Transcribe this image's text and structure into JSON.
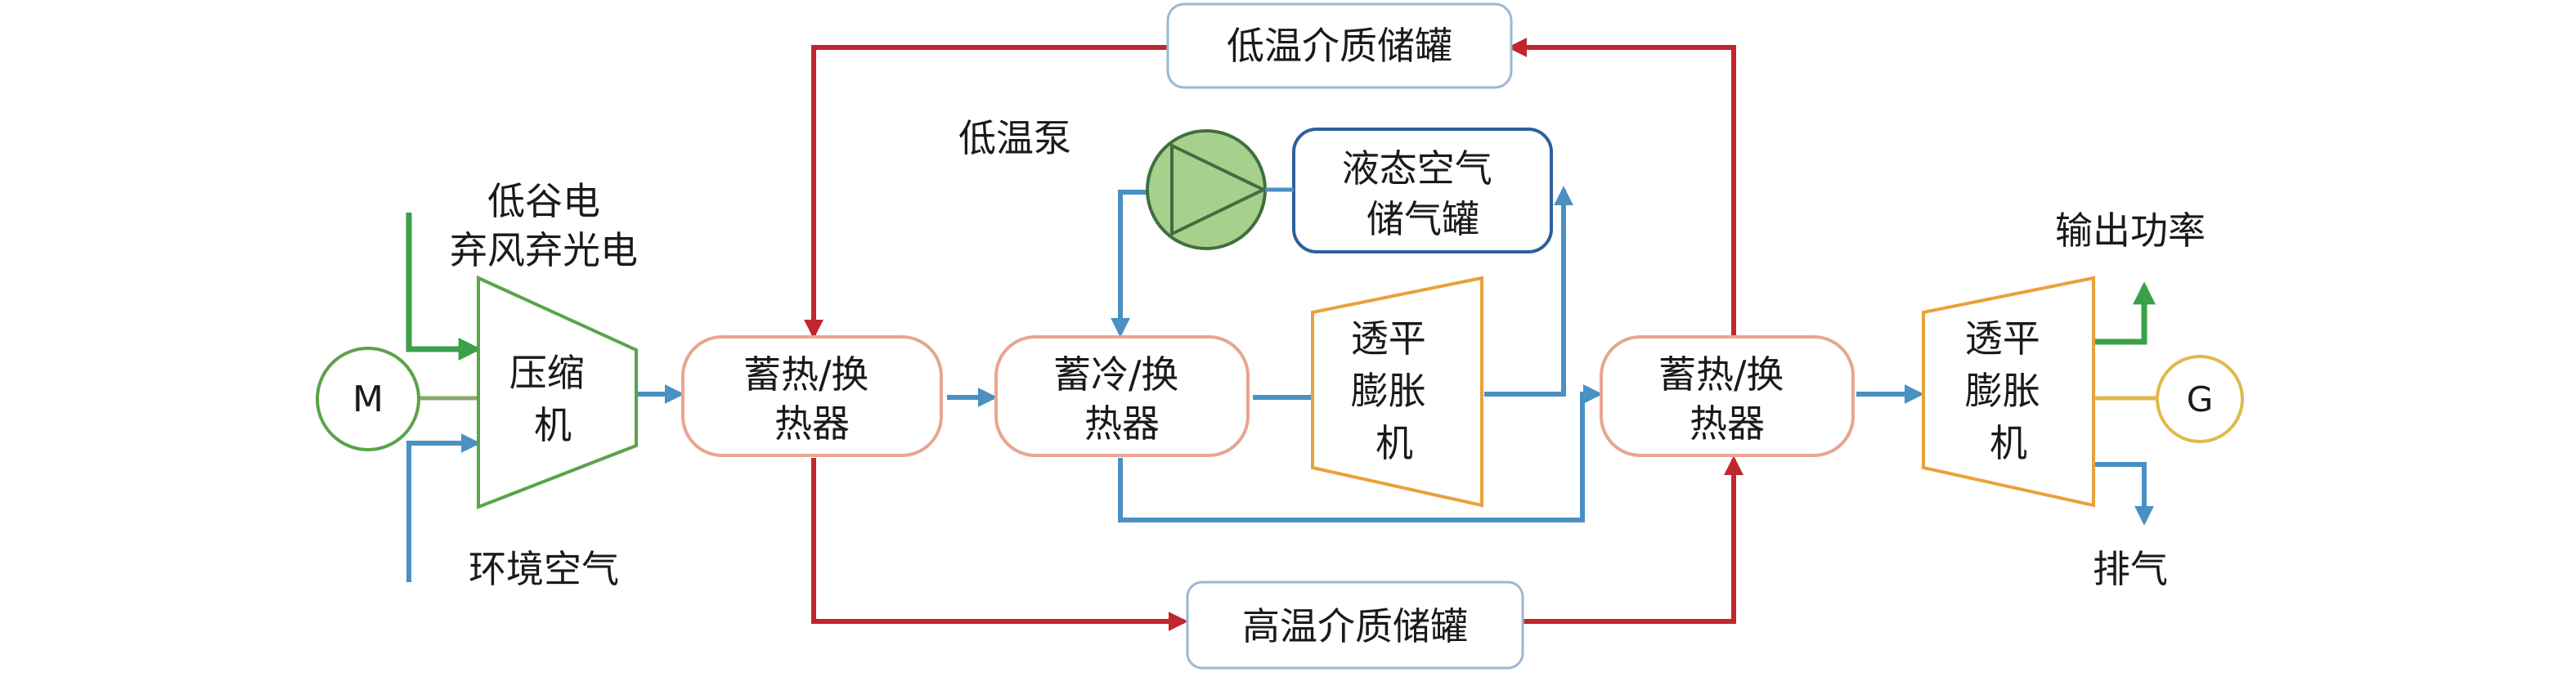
{
  "colors": {
    "hot": "#c0272d",
    "cold": "#4a90c2",
    "green_line": "#3aa04a",
    "olive": "#8aa86a",
    "gold": "#e0b94a",
    "compressor_border": "#5aa34a",
    "expander_border": "#e8a23a",
    "hx_border": "#e8a590",
    "tank_border": "#5b8cbf",
    "pump_fill": "#a8d08d",
    "pump_stroke": "#3f6f3f"
  },
  "diagram": {
    "low_temp_tank": "低温介质储罐",
    "high_temp_tank": "高温介质储罐",
    "low_temp_pump": "低温泵",
    "liquid_air_tank": [
      "液态空气",
      "储气罐"
    ],
    "power_sources": [
      "低谷电",
      "弃风弃光电"
    ],
    "ambient_air": "环境空气",
    "motor": "M",
    "generator": "G",
    "compressor": [
      "压缩",
      "机"
    ],
    "hx_heat_1": [
      "蓄热/换",
      "热器"
    ],
    "hx_cold": [
      "蓄冷/换",
      "热器"
    ],
    "expander_1": [
      "透平",
      "膨胀",
      "机"
    ],
    "hx_heat_2": [
      "蓄热/换",
      "热器"
    ],
    "expander_2": [
      "透平",
      "膨胀",
      "机"
    ],
    "output_power": "输出功率",
    "exhaust": "排气"
  }
}
